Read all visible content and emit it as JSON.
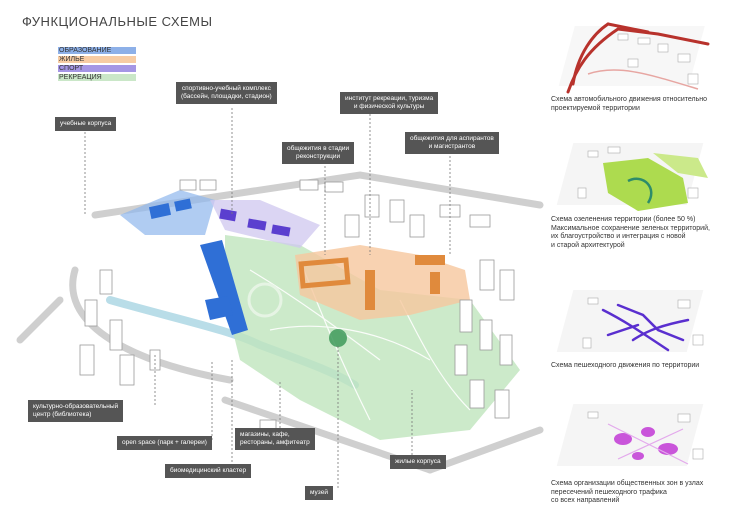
{
  "title": "ФУНКЦИОНАЛЬНЫЕ СХЕМЫ",
  "legend": [
    {
      "label": "ОБРАЗОВАНИЕ",
      "color": "#2f6fd6"
    },
    {
      "label": "ЖИЛЬЕ",
      "color": "#f0a35a"
    },
    {
      "label": "СПОРТ",
      "color": "#5b3fcf"
    },
    {
      "label": "РЕКРЕАЦИЯ",
      "color": "#9fd49a"
    }
  ],
  "labels": {
    "sport": "спортивно-учебный комплекс\n(бассейн, площадки, стадион)",
    "institute": "институт рекреации, туризма\nи физической культуры",
    "teaching": "учебные корпуса",
    "dorm_recon": "общежития в стадии\nреконструкции",
    "dorm_grad": "общежития для аспирантов\nи магистрантов",
    "culture": "культурно-образовательный\nцентр (библиотека)",
    "openspace": "open space (парк + галереи)",
    "shops": "магазины, кафе,\nрестораны, амфитеатр",
    "biomed": "биомедицинский кластер",
    "residential": "жилые корпуса",
    "museum": "музей"
  },
  "panels": [
    {
      "caption": "Схема автомобильного движения относительно\nпроектируемой территории",
      "accent": "#b8322c"
    },
    {
      "caption": "Схема озеленения территории (более 50 %)\nМаксимальное сохранение зеленых территорий,\nих благоустройство и интеграция с новой\nи старой архитектурой",
      "accent": "#8fd12f"
    },
    {
      "caption": "Схема пешеходного движения по территории",
      "accent": "#5a2fcf"
    },
    {
      "caption": "Схема организации общественных зон в узлах\nпересечений пешеходного трафика\nсо всех направлений",
      "accent": "#c23ad6"
    }
  ]
}
